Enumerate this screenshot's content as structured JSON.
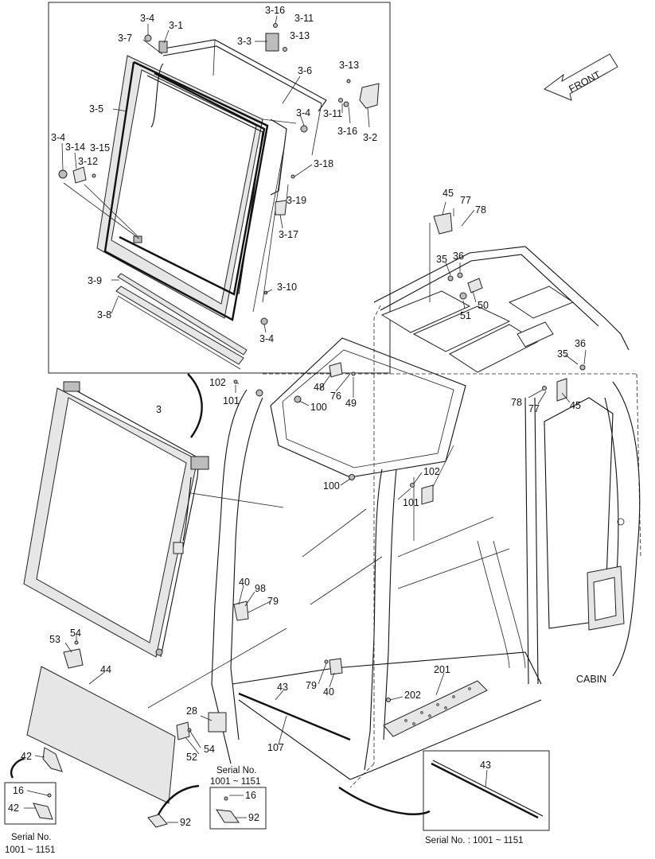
{
  "diagram": {
    "front_label": "FRONT",
    "cabin_label": "CABIN",
    "inset_left": {
      "title_line1": "Serial No.",
      "title_line2": "1001 ~ 1151"
    },
    "inset_mid": {
      "title_line1": "Serial No.",
      "title_line2": "1001 ~ 1151"
    },
    "inset_right": {
      "caption": "Serial No. : 1001 ~ 1151"
    },
    "callouts": [
      "3-4",
      "3-1",
      "3-16",
      "3-11",
      "3-13",
      "3-3",
      "3-7",
      "3-6",
      "3-13",
      "3-5",
      "3-4",
      "3-11",
      "3-16",
      "3-2",
      "3-4",
      "3-14",
      "3-15",
      "3-12",
      "3-18",
      "3-19",
      "3-17",
      "3-9",
      "3-10",
      "3-8",
      "3-4",
      "45",
      "77",
      "78",
      "35",
      "36",
      "50",
      "51",
      "35",
      "36",
      "78",
      "77",
      "45",
      "102",
      "101",
      "48",
      "76",
      "49",
      "100",
      "3",
      "100",
      "102",
      "101",
      "40",
      "98",
      "79",
      "53",
      "54",
      "44",
      "28",
      "54",
      "52",
      "43",
      "107",
      "79",
      "40",
      "201",
      "202",
      "42",
      "16",
      "42",
      "16",
      "92",
      "92",
      "43"
    ]
  }
}
